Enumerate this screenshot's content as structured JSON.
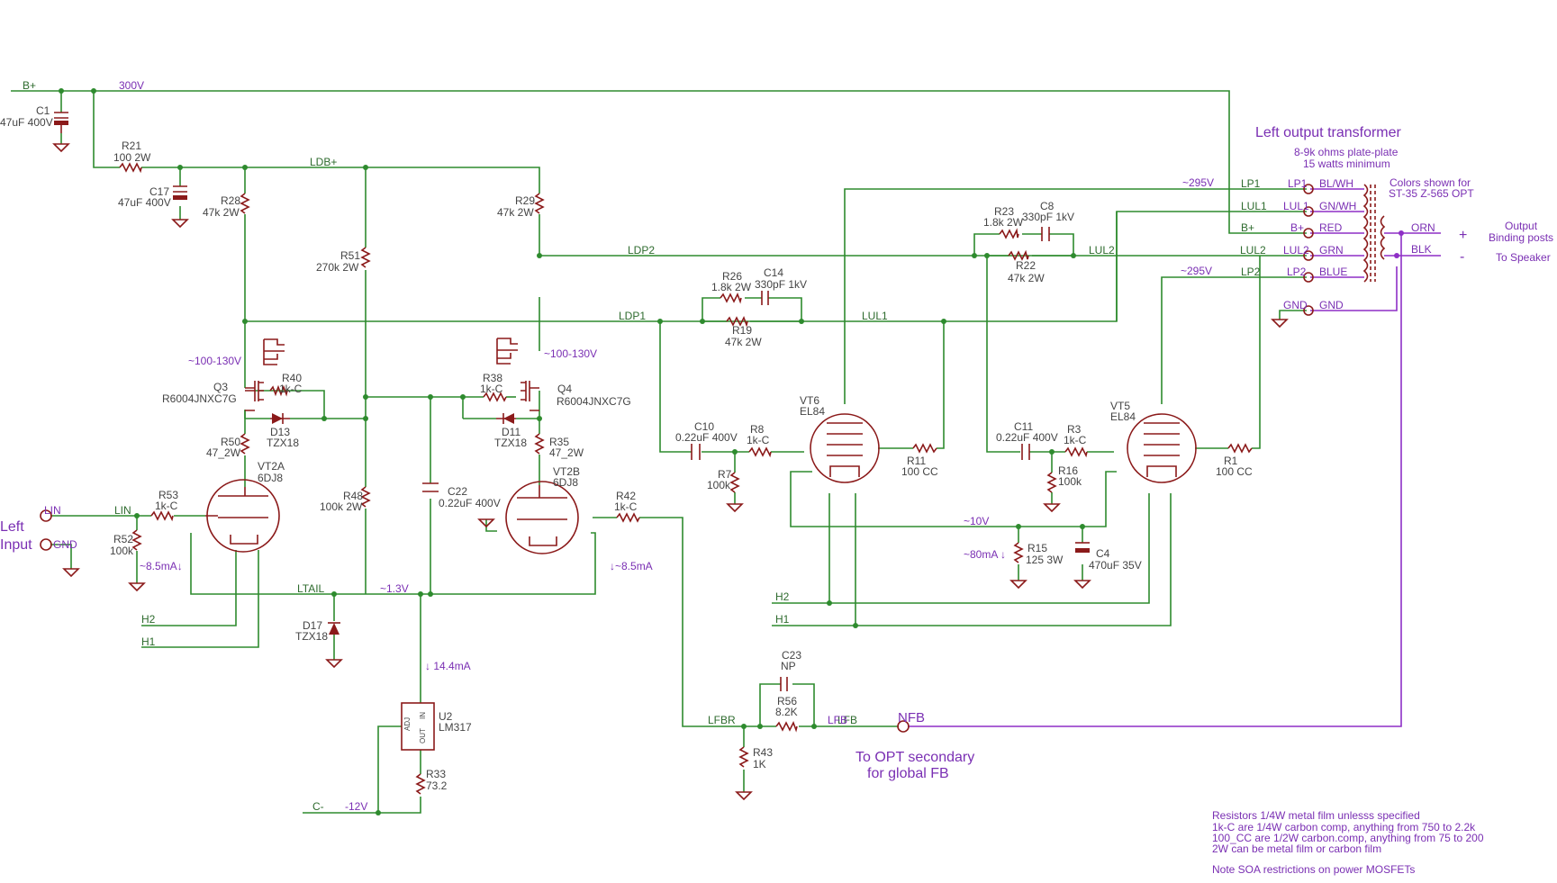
{
  "title": {
    "transformer": "Left output transformer",
    "impedance": "8-9k ohms plate-plate",
    "power": "15 watts minimum",
    "colors_note_1": "Colors shown for",
    "colors_note_2": "ST-35 Z-565 OPT",
    "output_1": "Output",
    "output_2": "Binding posts",
    "to_speaker": "To Speaker",
    "nfb_dest_1": "To OPT secondary",
    "nfb_dest_2": "for global FB",
    "left_input_1": "Left",
    "left_input_2": "Input"
  },
  "nets": {
    "bplus": "B+",
    "v300": "300V",
    "ldbplus": "LDB+",
    "ldp2": "LDP2",
    "ldp1": "LDP1",
    "lul1": "LUL1",
    "lul2": "LUL2",
    "lp1": "LP1",
    "lp2": "LP2",
    "ltail": "LTAIL",
    "lin": "LIN",
    "lfbr": "LFBR",
    "lfb": "LFB",
    "h1": "H1",
    "h2": "H2",
    "cminus": "C-",
    "m12": "-12V",
    "gnd": "GND",
    "nfb": "NFB",
    "v13": "~1.3V",
    "v10": "~10V",
    "v295a": "~295V",
    "v295b": "~295V",
    "i144": "↓ 14.4mA",
    "i85a": "~8.5mA↓",
    "i85b": "↓~8.5mA",
    "i80": "~80mA ↓",
    "vq3": "~100-130V",
    "vq4": "~100-130V",
    "plus": "+",
    "minus": "-"
  },
  "transformer_pins": {
    "lp1": "LP1",
    "lul1": "LUL1",
    "bplus": "B+",
    "lul2": "LUL2",
    "lp2": "LP2",
    "gnd": "GND",
    "c_lp1": "BL/WH",
    "c_lul1": "GN/WH",
    "c_bplus": "RED",
    "c_lul2": "GRN",
    "c_lp2": "BLUE",
    "c_gnd": "GND",
    "orn": "ORN",
    "blk": "BLK"
  },
  "components": {
    "c1": [
      "C1",
      "47uF 400V"
    ],
    "r21": [
      "R21",
      "100 2W"
    ],
    "c17": [
      "C17",
      "47uF 400V"
    ],
    "r28": [
      "R28",
      "47k 2W"
    ],
    "r51": [
      "R51",
      "270k 2W"
    ],
    "r29": [
      "R29",
      "47k 2W"
    ],
    "q3": [
      "Q3",
      "R6004JNXC7G"
    ],
    "r40": [
      "R40",
      "1k-C"
    ],
    "d13": [
      "D13",
      "TZX18"
    ],
    "r50": [
      "R50",
      "47_2W"
    ],
    "vt2a": [
      "VT2A",
      "6DJ8"
    ],
    "r53": [
      "R53",
      "1k-C"
    ],
    "r52": [
      "R52",
      "100k"
    ],
    "q4": [
      "Q4",
      "R6004JNXC7G"
    ],
    "r38": [
      "R38",
      "1k-C"
    ],
    "d11": [
      "D11",
      "TZX18"
    ],
    "r35": [
      "R35",
      "47_2W"
    ],
    "vt2b": [
      "VT2B",
      "6DJ8"
    ],
    "r42": [
      "R42",
      "1k-C"
    ],
    "r48": [
      "R48",
      "100k 2W"
    ],
    "c22": [
      "C22",
      "0.22uF 400V"
    ],
    "d17": [
      "D17",
      "TZX18"
    ],
    "u2": [
      "U2",
      "LM317"
    ],
    "r33": [
      "R33",
      "73.2"
    ],
    "r26": [
      "R26",
      "1.8k 2W"
    ],
    "c14": [
      "C14",
      "330pF 1kV"
    ],
    "r19": [
      "R19",
      "47k 2W"
    ],
    "r23": [
      "R23",
      "1.8k 2W"
    ],
    "c8": [
      "C8",
      "330pF 1kV"
    ],
    "r22": [
      "R22",
      "47k 2W"
    ],
    "vt6": [
      "VT6",
      "EL84"
    ],
    "c10": [
      "C10",
      "0.22uF 400V"
    ],
    "r8": [
      "R8",
      "1k-C"
    ],
    "r7": [
      "R7",
      "100k"
    ],
    "r11": [
      "R11",
      "100 CC"
    ],
    "vt5": [
      "VT5",
      "EL84"
    ],
    "c11": [
      "C11",
      "0.22uF 400V"
    ],
    "r3": [
      "R3",
      "1k-C"
    ],
    "r16": [
      "R16",
      "100k"
    ],
    "r1": [
      "R1",
      "100 CC"
    ],
    "r15": [
      "R15",
      "125 3W"
    ],
    "c4": [
      "C4",
      "470uF 35V"
    ],
    "c23": [
      "C23",
      "NP"
    ],
    "r56": [
      "R56",
      "8.2K"
    ],
    "r43": [
      "R43",
      "1K"
    ]
  },
  "u2_pins": {
    "adj": "ADJ",
    "out": "OUT",
    "in": "IN"
  },
  "notes": [
    "Resistors 1/4W metal film unlesss specified",
    "1k-C are 1/4W carbon comp, anything from 750 to 2.2k",
    "100_CC are 1/2W carbon.comp, anything from 75 to 200",
    "2W can be metal film or carbon film",
    "Note SOA restrictions on power MOSFETs"
  ]
}
